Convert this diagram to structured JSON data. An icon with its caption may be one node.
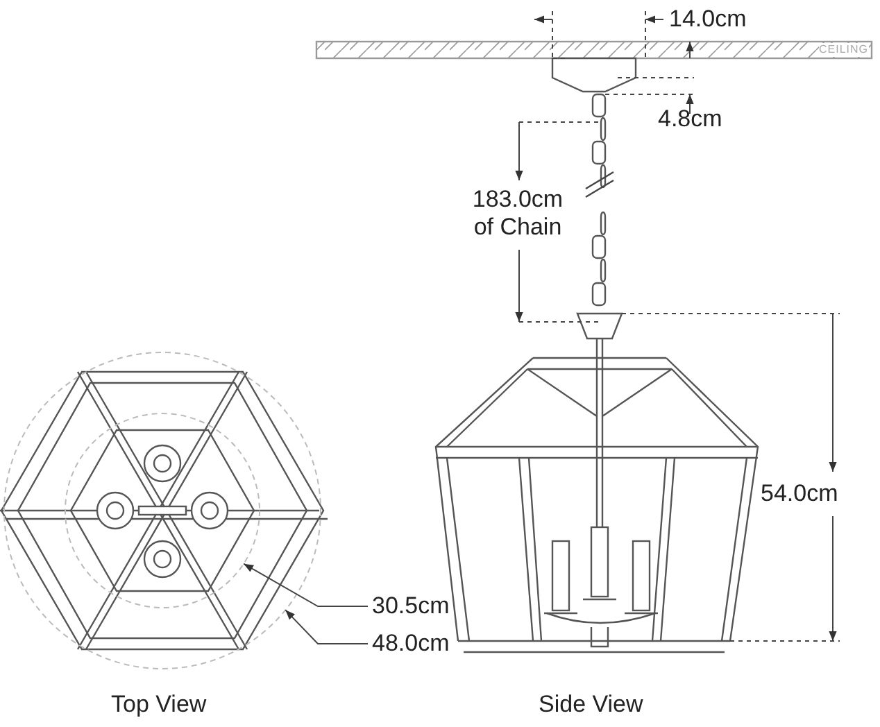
{
  "diagram": {
    "nodes": [
      {
        "text": [
          "30.5cm"
        ]
      },
      {
        "text": [
          "48.0cm"
        ]
      },
      {
        "text": [],
        "shape": "circle",
        "in": 3
      },
      {
        "text": [],
        "shape": "circle"
      }
    ],
    "edges": [
      {
        "from": 0,
        "to": 2,
        "arrow": "to"
      },
      {
        "from": 1,
        "to": 3,
        "arrow": "to"
      }
    ],
    "labels": [
      "14.0cm",
      "CEILING",
      "4.8cm",
      "183.0cm of Chain",
      "54.0cm",
      "Top View",
      "Side View"
    ]
  }
}
